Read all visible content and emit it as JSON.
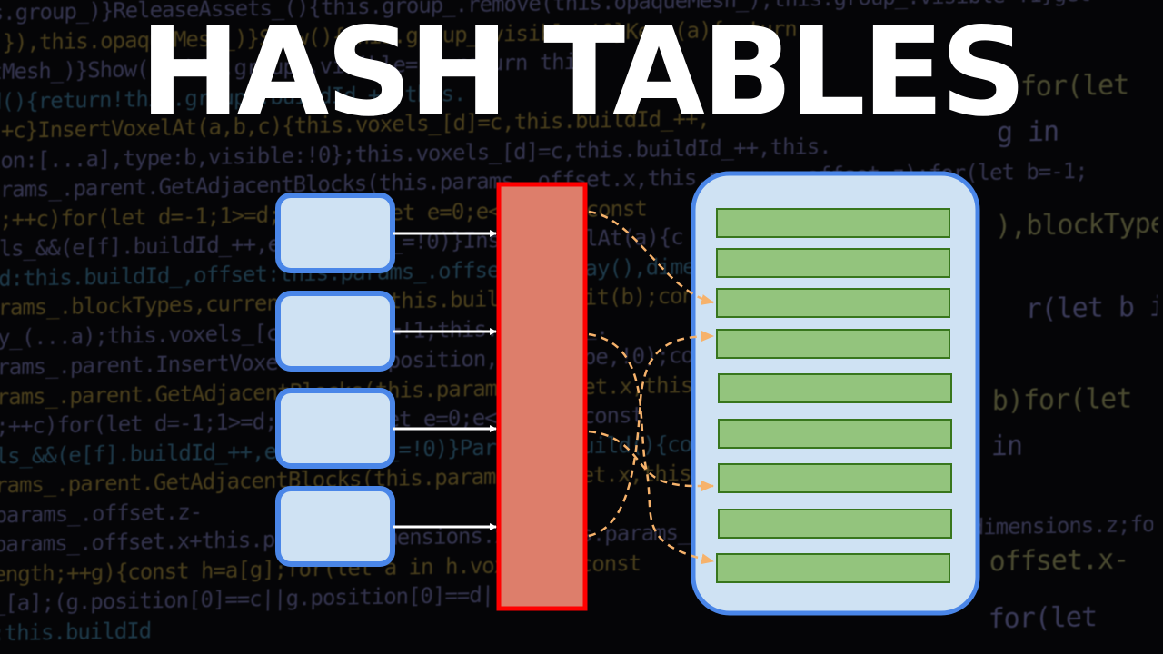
{
  "title": "HASH TABLES",
  "background_code": {
    "left_lines": [
      "s.group_)}ReleaseAssets_(){this.group_.remove(this.opaqueMesh_),this.group_.visible=!1}get",
      ")}),this.opaqueMesh_)}Show(){this.group_.visible=!0}Key_(a){return",
      "tMesh_)}Show(){this.group_.visible=!0;return this",
      "d(){return!this.group_.buildId_++,this.",
      "\"+c}InsertVoxelAt(a,b,c){this.voxels_[d]=c,this.buildId_++,",
      "ion:[...a],type:b,visible:!0};this.voxels_[d]=c,this.buildId_++,this.",
      "arams_.parent.GetAdjacentBlocks(this.params_.offset.x,this.params_.offset.z);for(let b=-1;",
      "c;++c)for(let d=-1;1>=d;++d)for(let e=0;e<h;++f){const",
      "els_&&(e[f].buildId_++,e[f].dirty_=!0)}InsertVoxelAt(a){c",
      "Id:this.buildId_,offset:this.params_.offset.toArray(),dimensions",
      "arams_.blockTypes,currentTime:0};this.builder_.Init(b);const",
      "ey_(...a);this.voxels_[c].visible=!1;this.builder_.",
      "arams_.parent.InsertVoxelAt(d[b].position,d[b].type,!0);const",
      "arams_.parent.GetAdjacentBlocks(this.params_.offset.x,this.",
      "c;++c)for(let d=-1;1>=d;++d)for(let e=0;e<h;++f){const",
      "els_&&(e[f].buildId_++,e[f].dirty_=!0)}PartialRebuild(){const",
      "arams_.parent.GetAdjacentBlocks(this.params_.offset.x,this.",
      ".params_.offset.z-",
      ".params_.offset.x+this.params_.dimensions.x,f=this.params_.offset.z+this.params_.dimensions.z;for(let",
      "length;++g){const h=a[g];for(let a in h.voxels_){const",
      "s_[a];(g.position[0]==c||g.position[0]==d||",
      "d:this.buildId"
    ],
    "right_fragments": [
      "for(let",
      "g in",
      "),blockType",
      "r(let b in",
      "b)for(let",
      "in",
      "offset.x-",
      "for(let"
    ]
  },
  "diagram": {
    "key_count": 4,
    "bucket_count": 9,
    "mapped_buckets": [
      3,
      4,
      7,
      9
    ],
    "colors": {
      "key_fill": "#cfe2f3",
      "key_border": "#4a86e8",
      "hash_fill": "#dd7e6b",
      "hash_border": "#ff0000",
      "bucket_container_fill": "#cfe2f3",
      "bucket_container_border": "#4a86e8",
      "bucket_fill": "#93c47d",
      "bucket_border": "#38761d",
      "arrow": "#ffffff",
      "dashed_arrow": "#f6b26b"
    }
  }
}
